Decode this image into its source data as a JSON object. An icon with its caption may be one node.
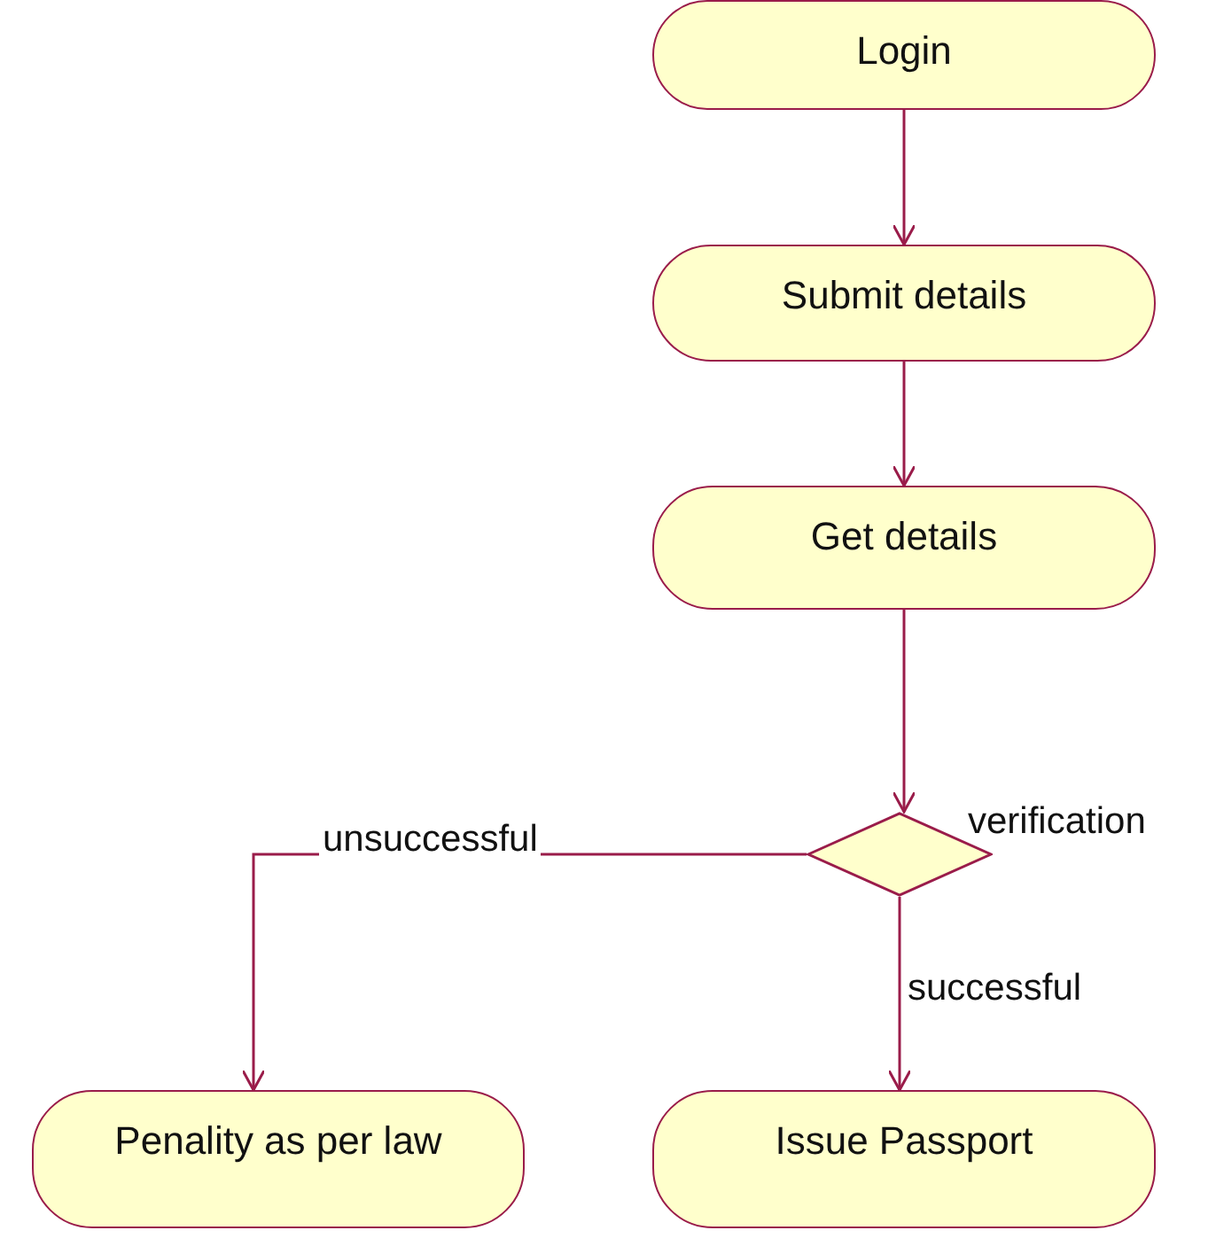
{
  "diagram": {
    "nodes": [
      {
        "text": [
          "Login"
        ]
      },
      {
        "text": [
          "Submit details"
        ]
      },
      {
        "text": [
          "Get details"
        ]
      },
      {
        "text": [],
        "shape": "diamond",
        "beside": [
          "verification"
        ]
      },
      {
        "text": [
          "Penality as per law"
        ]
      },
      {
        "text": [
          "Issue Passport"
        ]
      }
    ],
    "edges": [
      {
        "from": 0,
        "to": 1,
        "arrow": "to"
      },
      {
        "from": 1,
        "to": 2,
        "arrow": "to"
      },
      {
        "from": 2,
        "to": 3,
        "arrow": "to"
      },
      {
        "from": 3,
        "to": 4,
        "arrow": "to",
        "label": "unsuccessful"
      },
      {
        "from": 3,
        "to": 5,
        "arrow": "to",
        "label": "successful"
      }
    ]
  }
}
